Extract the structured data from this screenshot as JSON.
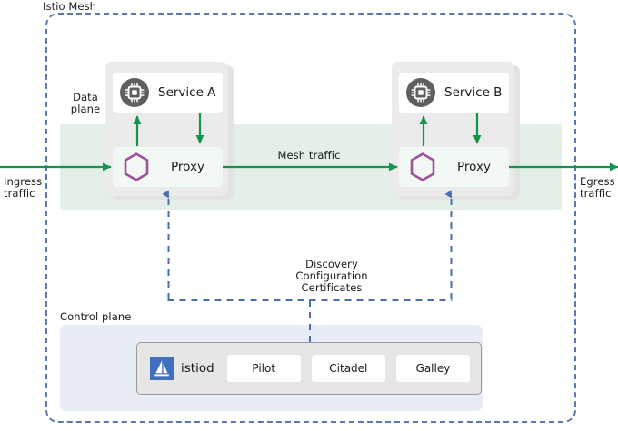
{
  "diagram": {
    "title": "Istio Mesh",
    "colors": {
      "mesh_boundary": "#5878b4",
      "data_plane_band": "#e4efe7",
      "traffic_arrow": "#0f9d58",
      "traffic_arrow_dark": "#14934f",
      "control_dashed": "#5878b4",
      "proxy_hexagon": "#a0519b",
      "service_icon": "#5f5f5f",
      "istiod_logo": "#4270c0",
      "control_plane_bg": "#e8ecf7",
      "pod_bg": "#ebebeb"
    }
  },
  "labels": {
    "mesh_title": "Istio Mesh",
    "data_plane": "Data\nplane",
    "control_plane": "Control plane",
    "ingress_traffic": "Ingress\ntraffic",
    "egress_traffic": "Egress\ntraffic",
    "mesh_traffic": "Mesh traffic",
    "xds_channel": "Discovery\nConfiguration\nCertificates"
  },
  "workloads": [
    {
      "id": "workload-a",
      "service_name": "Service A",
      "proxy_name": "Proxy",
      "service_icon": "cpu-chip-icon",
      "proxy_icon": "envoy-hexagon-icon"
    },
    {
      "id": "workload-b",
      "service_name": "Service B",
      "proxy_name": "Proxy",
      "service_icon": "cpu-chip-icon",
      "proxy_icon": "envoy-hexagon-icon"
    }
  ],
  "control_plane": {
    "name": "istiod",
    "logo_icon": "istio-sailboat-icon",
    "components": [
      {
        "label": "Pilot"
      },
      {
        "label": "Citadel"
      },
      {
        "label": "Galley"
      }
    ]
  }
}
